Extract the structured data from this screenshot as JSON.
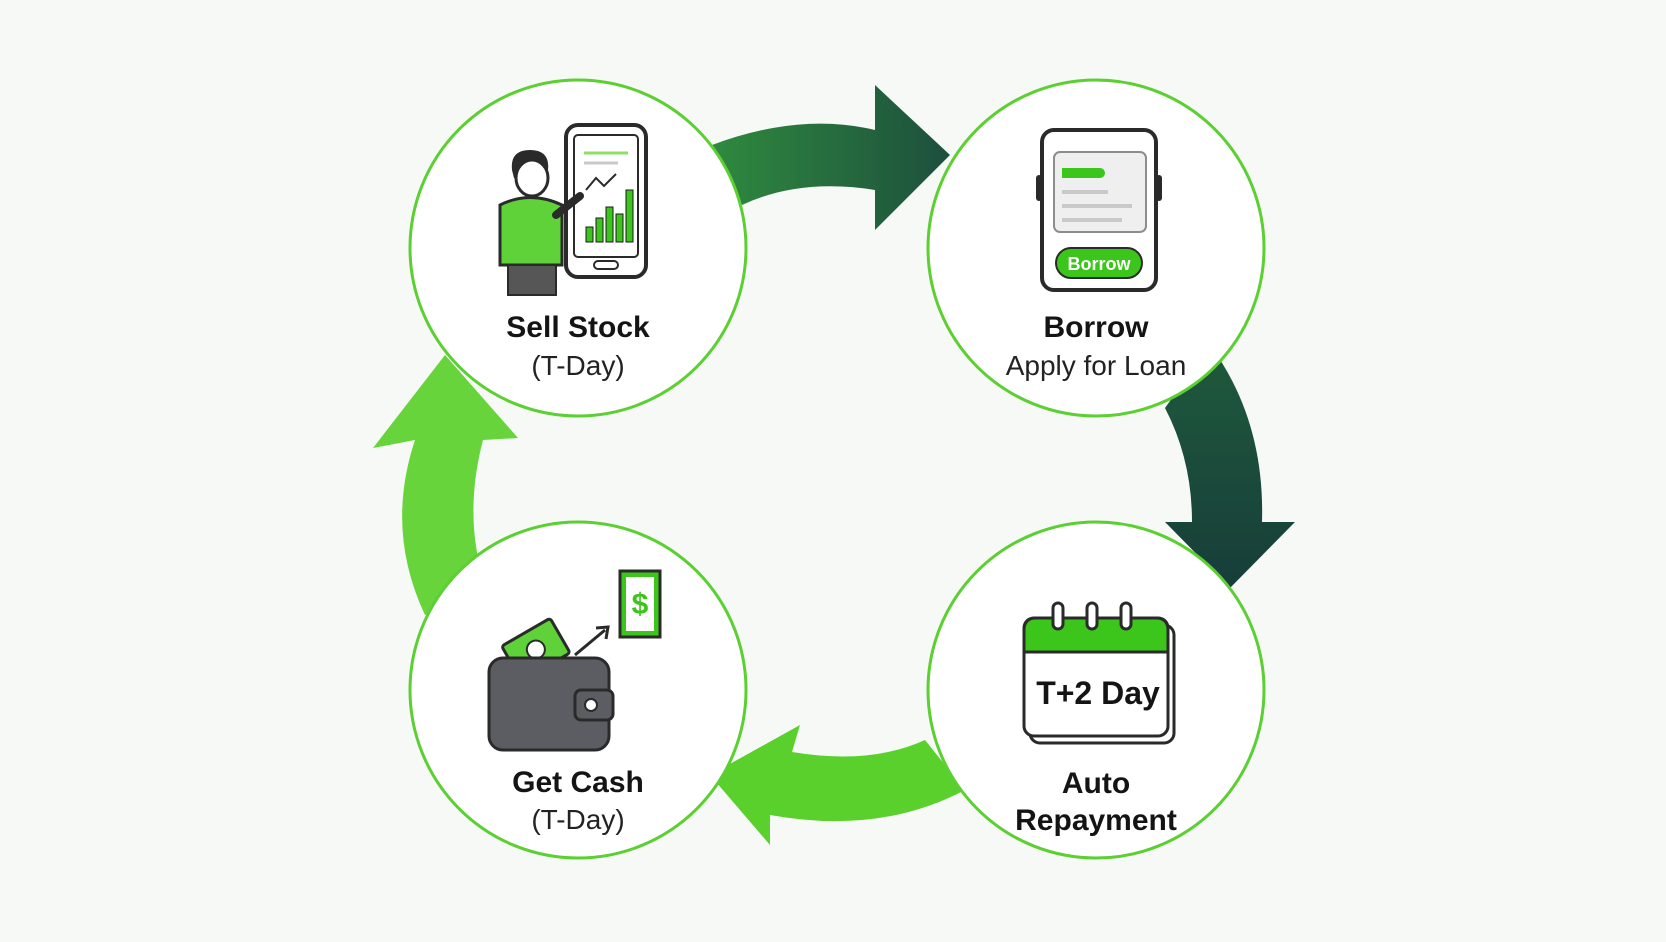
{
  "colors": {
    "bright_green": "#5ad22c",
    "dark_green": "#1f5a3c",
    "circle_stroke": "#5ccf33",
    "wallet_gray": "#5b5d62",
    "person_shirt": "#5fd23a"
  },
  "steps": [
    {
      "title": "Sell Stock",
      "subtitle": "(T-Day)",
      "icon": "person-phone-chart-icon"
    },
    {
      "title": "Borrow",
      "subtitle": "Apply for Loan",
      "icon": "phone-borrow-icon",
      "button_text": "Borrow"
    },
    {
      "title": "Auto",
      "subtitle": "Repayment",
      "icon": "calendar-icon",
      "calendar_text": "T+2 Day"
    },
    {
      "title": "Get Cash",
      "subtitle": "(T-Day)",
      "icon": "wallet-cash-icon",
      "bill_symbol": "$"
    }
  ]
}
